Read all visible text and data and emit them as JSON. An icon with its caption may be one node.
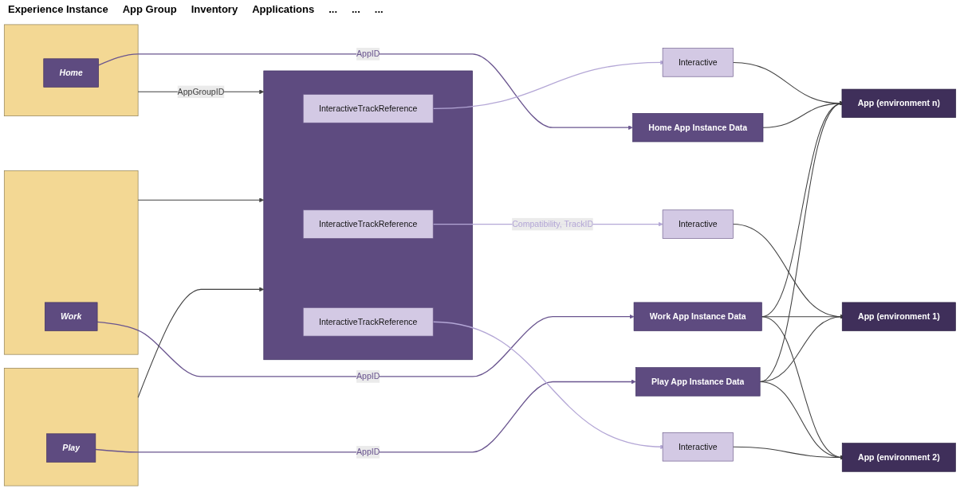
{
  "diagram": {
    "nodes": [
      {
        "text": [],
        "shape": "box"
      },
      {
        "text": [
          "Home"
        ],
        "in": 0
      },
      {
        "text": [],
        "shape": "box"
      },
      {
        "text": [
          "Work"
        ],
        "in": 2
      },
      {
        "text": [],
        "shape": "box"
      },
      {
        "text": [
          "Play"
        ],
        "in": 4
      },
      {
        "text": [],
        "shape": "box"
      },
      {
        "text": [
          "InteractiveTrackReference"
        ],
        "in": 6
      },
      {
        "text": [
          "InteractiveTrackReference"
        ],
        "in": 6
      },
      {
        "text": [
          "InteractiveTrackReference"
        ],
        "in": 6
      },
      {
        "text": [
          "Interactive"
        ]
      },
      {
        "text": [
          "Interactive"
        ]
      },
      {
        "text": [
          "Interactive"
        ]
      },
      {
        "text": [
          "Home App Instance Data"
        ]
      },
      {
        "text": [
          "Work App Instance Data"
        ]
      },
      {
        "text": [
          "Play App Instance Data"
        ]
      },
      {
        "text": [
          "App (environment 1)"
        ]
      },
      {
        "text": [
          "App (environment 2)"
        ]
      },
      {
        "text": [
          "App (environment n)"
        ]
      }
    ],
    "edges": [
      {
        "from": 0,
        "to": 6,
        "arrow": "to",
        "label": "AppGroupID"
      },
      {
        "from": 2,
        "to": 6,
        "arrow": "to"
      },
      {
        "from": 4,
        "to": 6,
        "arrow": "to"
      },
      {
        "from": 1,
        "to": 13,
        "arrow": "to",
        "label": "AppID",
        "color": "#6a558f"
      },
      {
        "from": 3,
        "to": 14,
        "arrow": "to",
        "label": "AppID",
        "color": "#6a558f"
      },
      {
        "from": 5,
        "to": 15,
        "arrow": "to",
        "label": "AppID",
        "color": "#6a558f"
      },
      {
        "from": 7,
        "to": 10,
        "arrow": "to",
        "label": "Compatibility, TrackID",
        "color": "#b4a7d6"
      },
      {
        "from": 8,
        "to": 11,
        "arrow": "to",
        "color": "#b4a7d6"
      },
      {
        "from": 9,
        "to": 12,
        "arrow": "to",
        "color": "#b4a7d6"
      },
      {
        "from": 10,
        "to": 16,
        "arrow": "to"
      },
      {
        "from": 11,
        "to": 17,
        "arrow": "to"
      },
      {
        "from": 12,
        "to": 18,
        "arrow": "to"
      },
      {
        "from": 13,
        "to": 18,
        "arrow": "to"
      },
      {
        "from": 14,
        "to": 16,
        "arrow": "to"
      },
      {
        "from": 14,
        "to": 17,
        "arrow": "to"
      },
      {
        "from": 14,
        "to": 18,
        "arrow": "to"
      },
      {
        "from": 15,
        "to": 16,
        "arrow": "to"
      },
      {
        "from": 15,
        "to": 17,
        "arrow": "to"
      },
      {
        "from": 15,
        "to": 18,
        "arrow": "to"
      }
    ],
    "labels": [
      "Experience Instance",
      "App Group",
      "Inventory",
      "Applications",
      "...",
      "...",
      "..."
    ]
  }
}
